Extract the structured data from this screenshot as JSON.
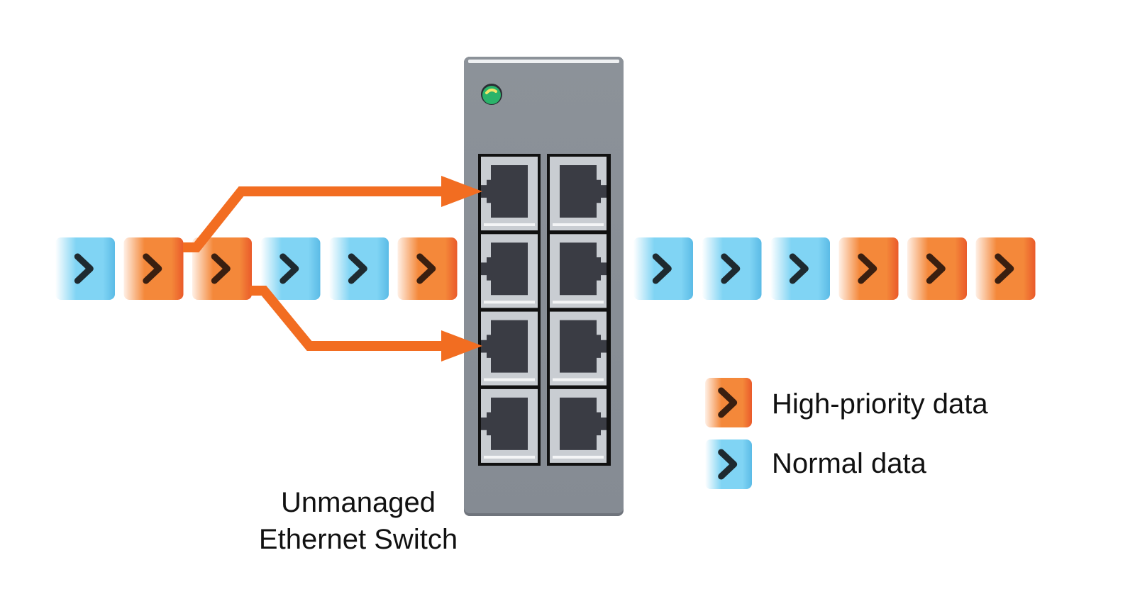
{
  "title": "Unmanaged Ethernet Switch traffic diagram",
  "switch": {
    "label_line1": "Unmanaged",
    "label_line2": "Ethernet Switch",
    "port_columns": 2,
    "port_rows": 4,
    "status_led": "green"
  },
  "incoming_stream": [
    "normal",
    "high",
    "high",
    "normal",
    "normal",
    "high"
  ],
  "outgoing_stream": [
    "normal",
    "normal",
    "normal",
    "high",
    "high",
    "high"
  ],
  "priority_routes": [
    {
      "from_packet": 2,
      "to_port": "left-column-row-1"
    },
    {
      "from_packet": 3,
      "to_port": "left-column-row-3"
    }
  ],
  "legend": {
    "items": [
      {
        "type": "high",
        "label": "High-priority data"
      },
      {
        "type": "normal",
        "label": "Normal data"
      }
    ]
  },
  "colors": {
    "high": "#f4883a",
    "high_edge": "#ea5a2a",
    "normal": "#80d4f4",
    "normal_edge": "#5bbbe6",
    "arrow": "#f26d21",
    "chevron": "#1e2a30",
    "switch_body": "#888e96",
    "port_frame": "#c8ccd1",
    "port_inner": "#3a3c44",
    "led": "#2bb36a"
  }
}
